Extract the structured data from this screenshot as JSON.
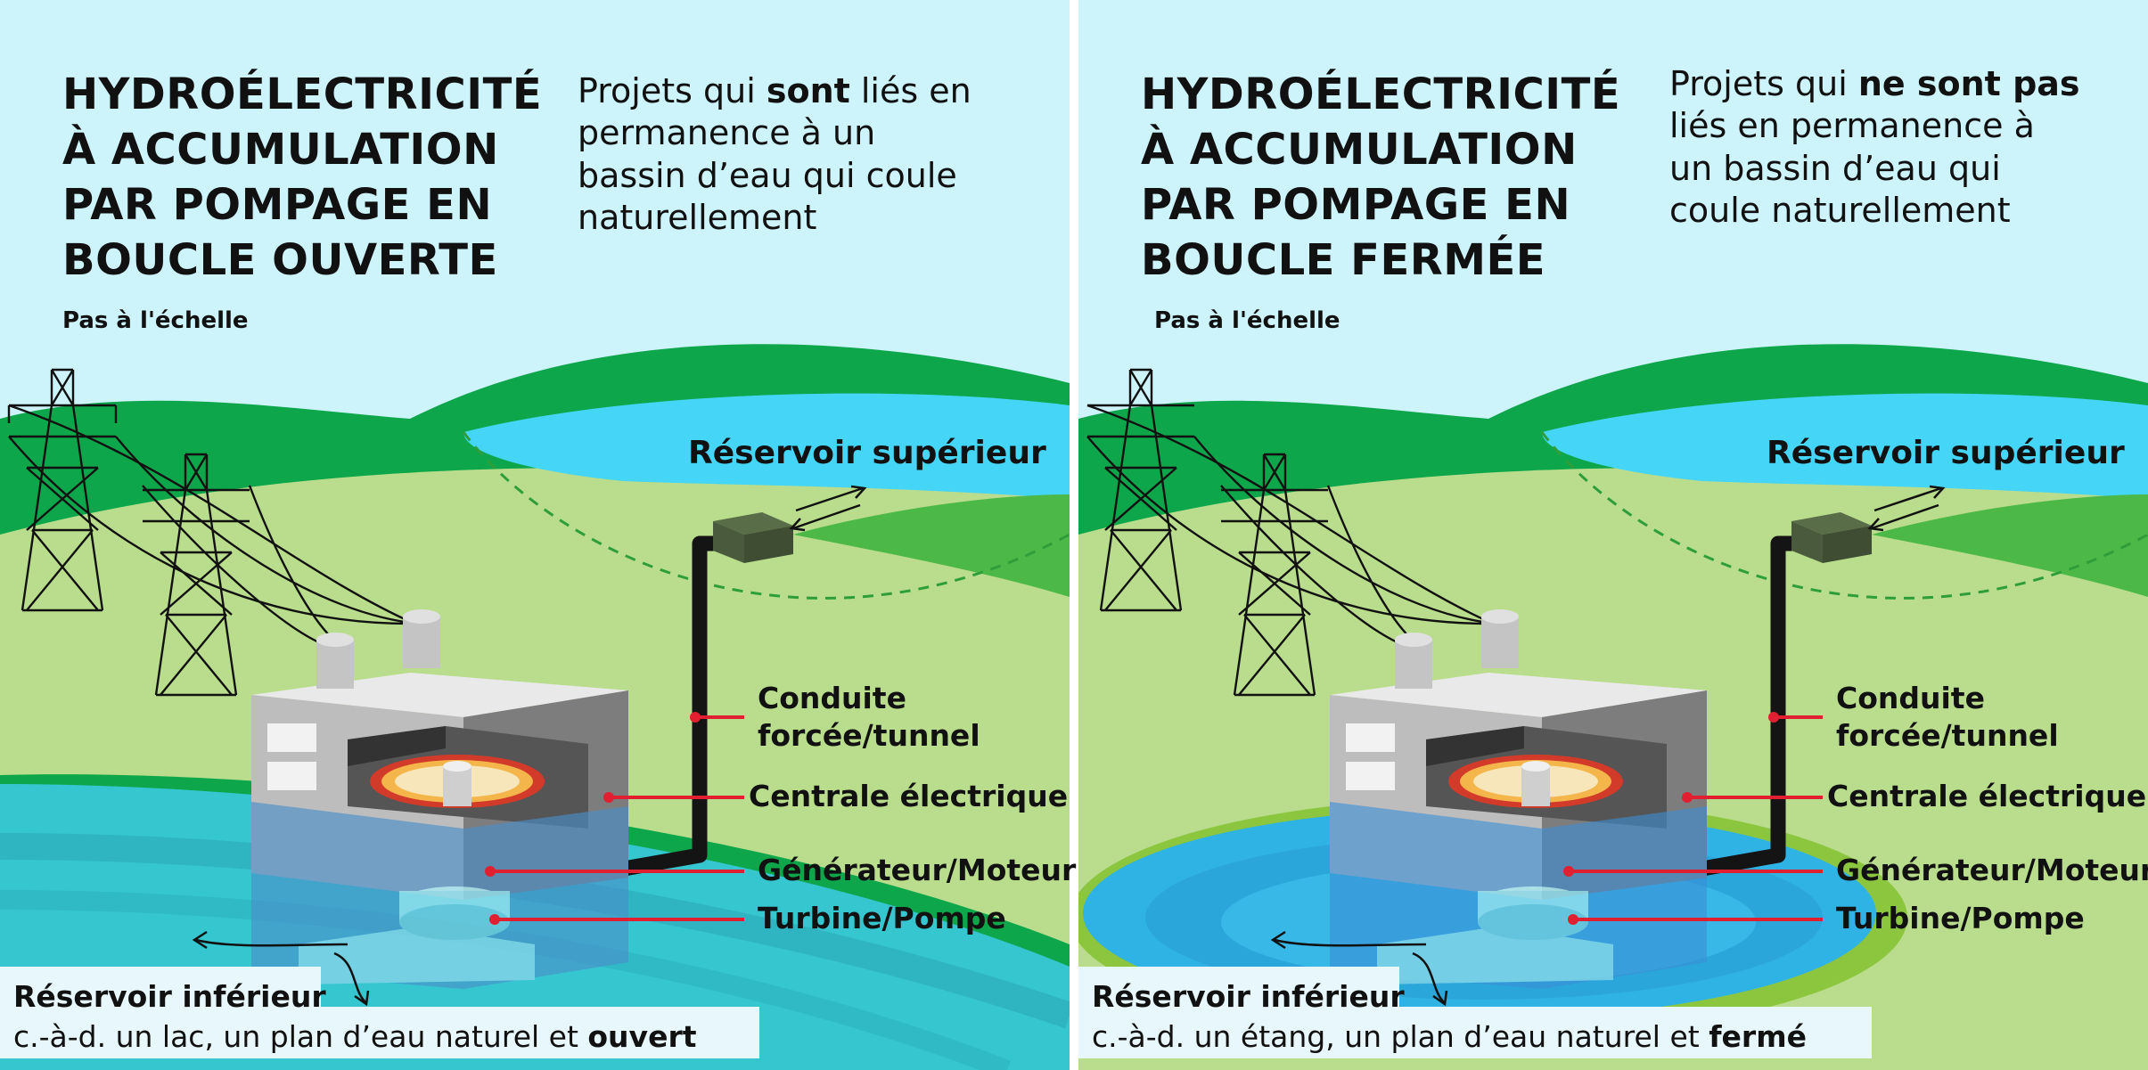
{
  "panels": [
    {
      "title_lines": [
        "HYDROÉLECTRICITÉ",
        "À ACCUMULATION",
        "PAR POMPAGE EN",
        "BOUCLE OUVERTE"
      ],
      "subtitle_lines": [
        [
          "Projets qui ",
          "sont",
          " liés en"
        ],
        [
          "permanence à un",
          "",
          ""
        ],
        [
          "bassin d’eau qui coule",
          "",
          ""
        ],
        [
          "naturellement",
          "",
          ""
        ]
      ],
      "scale_note": "Pas à l'échelle",
      "upper_reservoir": "Réservoir supérieur",
      "penstock_lines": [
        "Conduite",
        "forcée/tunnel"
      ],
      "powerhouse": "Centrale électrique",
      "generator": "Générateur/Moteur",
      "turbine": "Turbine/Pompe",
      "lower_title": "Réservoir inférieur",
      "lower_desc_normal": "c.-à-d. un lac, un plan d’eau naturel et ",
      "lower_desc_bold": "ouvert"
    },
    {
      "title_lines": [
        "HYDROÉLECTRICITÉ",
        "À ACCUMULATION",
        "PAR POMPAGE EN",
        "BOUCLE FERMÉE"
      ],
      "subtitle_lines": [
        [
          "Projets qui ",
          "ne sont pas",
          ""
        ],
        [
          "liés en permanence à",
          "",
          ""
        ],
        [
          "un bassin d’eau qui",
          "",
          ""
        ],
        [
          "coule naturellement",
          "",
          ""
        ]
      ],
      "scale_note": "Pas à l'échelle",
      "upper_reservoir": "Réservoir supérieur",
      "penstock_lines": [
        "Conduite",
        "forcée/tunnel"
      ],
      "powerhouse": "Centrale électrique",
      "generator": "Générateur/Moteur",
      "turbine": "Turbine/Pompe",
      "lower_title": "Réservoir inférieur",
      "lower_desc_normal": "c.-à-d. un étang, un plan d’eau naturel et ",
      "lower_desc_bold": "fermé"
    }
  ],
  "colors": {
    "sky": "#cdf3fb",
    "hill_dark": "#0ea64b",
    "hill_mid": "#4cb848",
    "grass": "#b9dd8d",
    "upper_water": "#44d5f7",
    "lower_water_open": "#35c6cf",
    "lower_water_closed": "#2fb3e4",
    "pointer_red": "#e02030",
    "penstock": "#141414"
  }
}
